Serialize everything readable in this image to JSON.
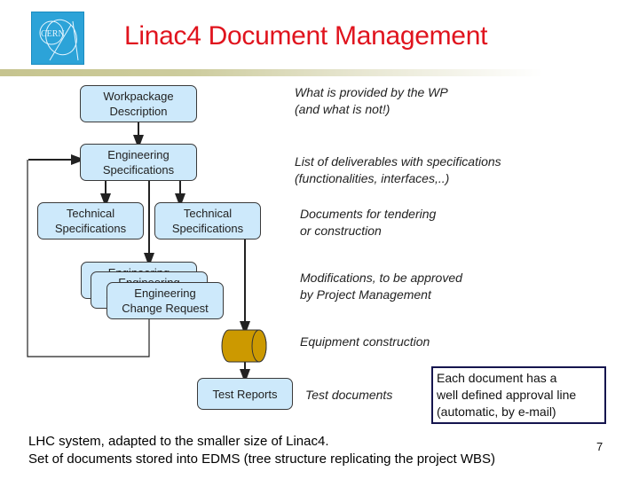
{
  "header": {
    "logo_text": "CERN",
    "title": "Linac4 Document Management"
  },
  "diagram": {
    "boxes": {
      "workpackage": [
        "Workpackage",
        "Description"
      ],
      "eng_spec": [
        "Engineering",
        "Specifications"
      ],
      "tech_spec_1": [
        "Technical",
        "Specifications"
      ],
      "tech_spec_2": [
        "Technical",
        "Specifications"
      ],
      "ecr_back": [
        "Engineering",
        "Change Request"
      ],
      "ecr_mid": [
        "Engineering",
        "Change Request"
      ],
      "ecr_front": [
        "Engineering",
        "Change Request"
      ],
      "test_reports": [
        "Test Reports"
      ]
    },
    "cylinder_label": "equipment-cylinder",
    "colors": {
      "box_fill": "#cde9fb",
      "box_border": "#3a3a3a",
      "cylinder_fill": "#cc9900",
      "title": "#e0141e",
      "callout_border": "#15154e"
    }
  },
  "annotations": [
    [
      "What is provided by the WP",
      "(and what is not!)"
    ],
    [
      "List of deliverables with specifications",
      "(functionalities, interfaces,..)"
    ],
    [
      "Documents for tendering",
      "or construction"
    ],
    [
      "Modifications, to be approved",
      "by Project Management"
    ],
    [
      "Equipment construction"
    ],
    [
      "Test documents"
    ]
  ],
  "callout": [
    "Each document has a",
    "well defined approval line",
    "(automatic, by e-mail)"
  ],
  "footer": [
    "LHC system, adapted to the smaller size of Linac4.",
    "Set of documents stored into EDMS (tree structure replicating the project WBS)"
  ],
  "page_number": "7"
}
